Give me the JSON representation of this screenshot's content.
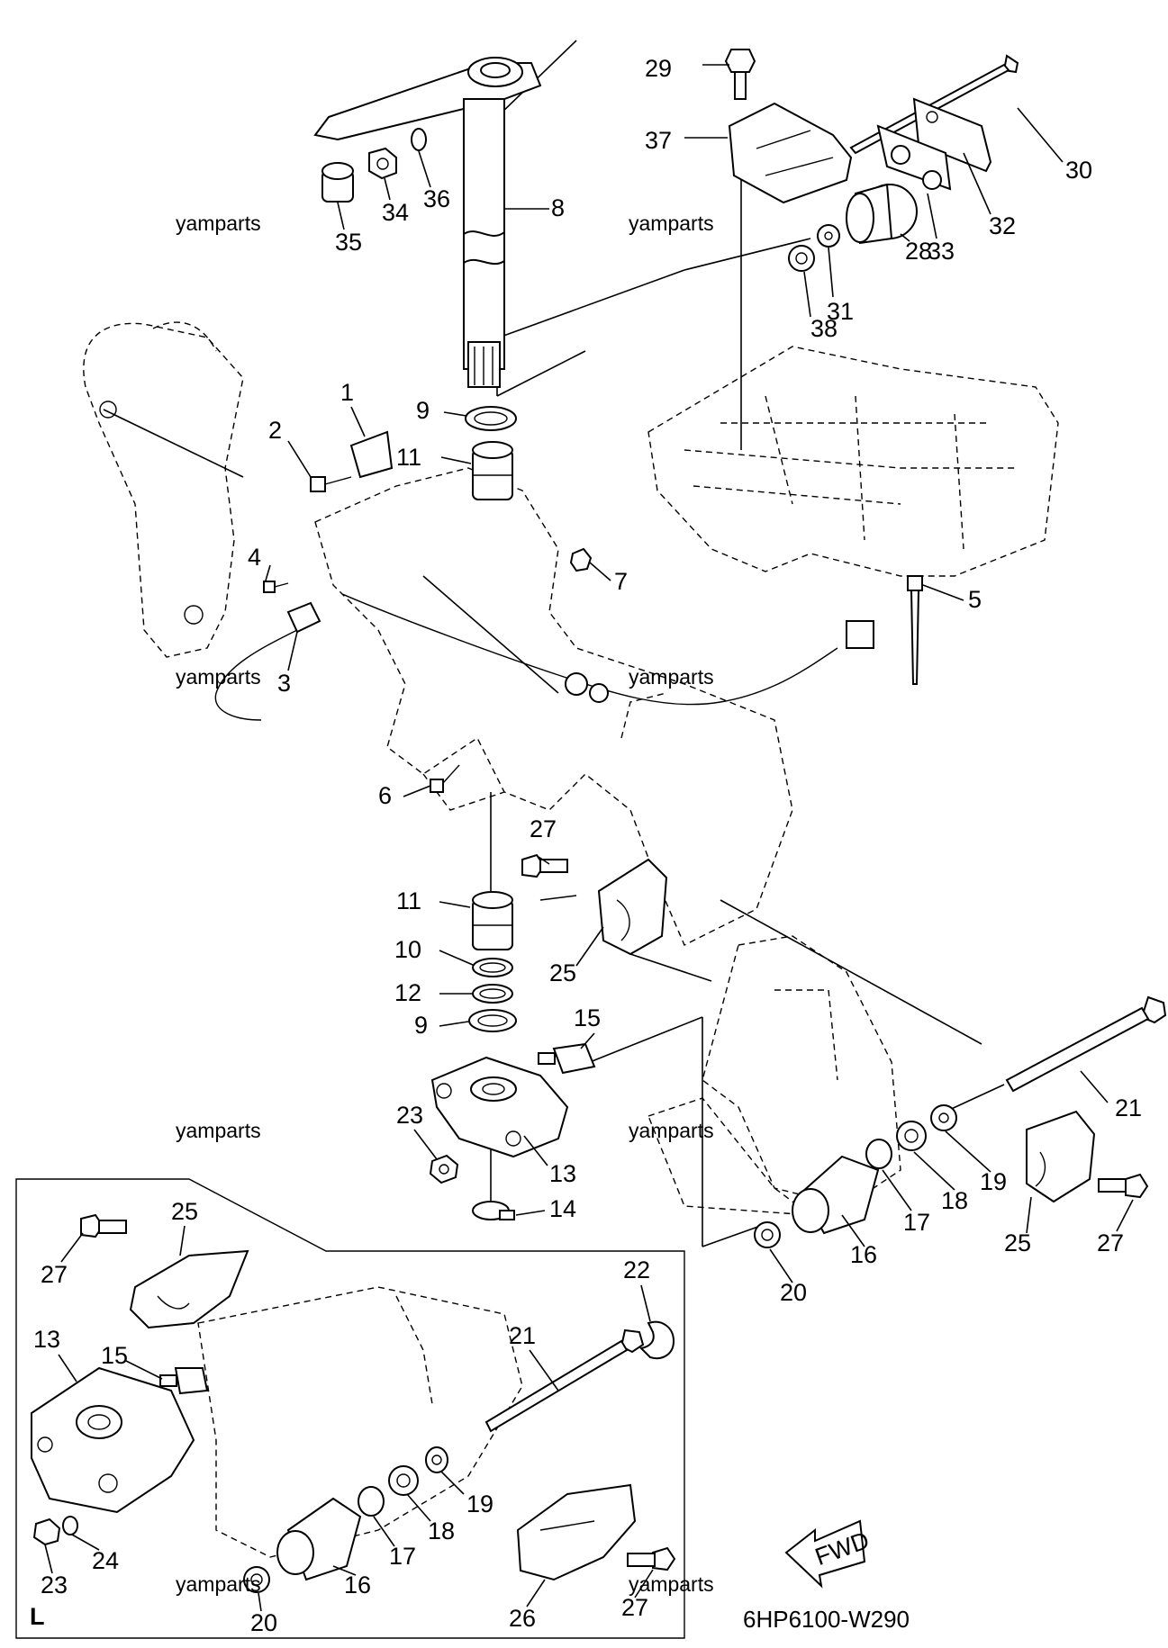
{
  "diagram": {
    "drawing_code": "6HP6100-W290",
    "inset_label": "L",
    "fwd_label": "FWD",
    "watermark": "yamparts",
    "callouts": [
      {
        "id": "c1",
        "text": "1"
      },
      {
        "id": "c2",
        "text": "2"
      },
      {
        "id": "c3",
        "text": "3"
      },
      {
        "id": "c4",
        "text": "4"
      },
      {
        "id": "c5",
        "text": "5"
      },
      {
        "id": "c6",
        "text": "6"
      },
      {
        "id": "c7",
        "text": "7"
      },
      {
        "id": "c8",
        "text": "8"
      },
      {
        "id": "c9a",
        "text": "9"
      },
      {
        "id": "c9b",
        "text": "9"
      },
      {
        "id": "c10",
        "text": "10"
      },
      {
        "id": "c11a",
        "text": "11"
      },
      {
        "id": "c11b",
        "text": "11"
      },
      {
        "id": "c12",
        "text": "12"
      },
      {
        "id": "c13",
        "text": "13"
      },
      {
        "id": "c14",
        "text": "14"
      },
      {
        "id": "c15",
        "text": "15"
      },
      {
        "id": "c16",
        "text": "16"
      },
      {
        "id": "c17",
        "text": "17"
      },
      {
        "id": "c18",
        "text": "18"
      },
      {
        "id": "c19",
        "text": "19"
      },
      {
        "id": "c20",
        "text": "20"
      },
      {
        "id": "c21",
        "text": "21"
      },
      {
        "id": "c23",
        "text": "23"
      },
      {
        "id": "c25a",
        "text": "25"
      },
      {
        "id": "c25b",
        "text": "25"
      },
      {
        "id": "c27a",
        "text": "27"
      },
      {
        "id": "c27b",
        "text": "27"
      },
      {
        "id": "c28",
        "text": "28"
      },
      {
        "id": "c29",
        "text": "29"
      },
      {
        "id": "c30",
        "text": "30"
      },
      {
        "id": "c31",
        "text": "31"
      },
      {
        "id": "c32",
        "text": "32"
      },
      {
        "id": "c33",
        "text": "33"
      },
      {
        "id": "c34",
        "text": "34"
      },
      {
        "id": "c35",
        "text": "35"
      },
      {
        "id": "c36",
        "text": "36"
      },
      {
        "id": "c37",
        "text": "37"
      },
      {
        "id": "c38",
        "text": "38"
      },
      {
        "id": "i25",
        "text": "25"
      },
      {
        "id": "i27a",
        "text": "27"
      },
      {
        "id": "i13",
        "text": "13"
      },
      {
        "id": "i15",
        "text": "15"
      },
      {
        "id": "i22",
        "text": "22"
      },
      {
        "id": "i21",
        "text": "21"
      },
      {
        "id": "i19",
        "text": "19"
      },
      {
        "id": "i18",
        "text": "18"
      },
      {
        "id": "i17",
        "text": "17"
      },
      {
        "id": "i16",
        "text": "16"
      },
      {
        "id": "i20",
        "text": "20"
      },
      {
        "id": "i23",
        "text": "23"
      },
      {
        "id": "i24",
        "text": "24"
      },
      {
        "id": "i26",
        "text": "26"
      },
      {
        "id": "i27b",
        "text": "27"
      }
    ]
  }
}
